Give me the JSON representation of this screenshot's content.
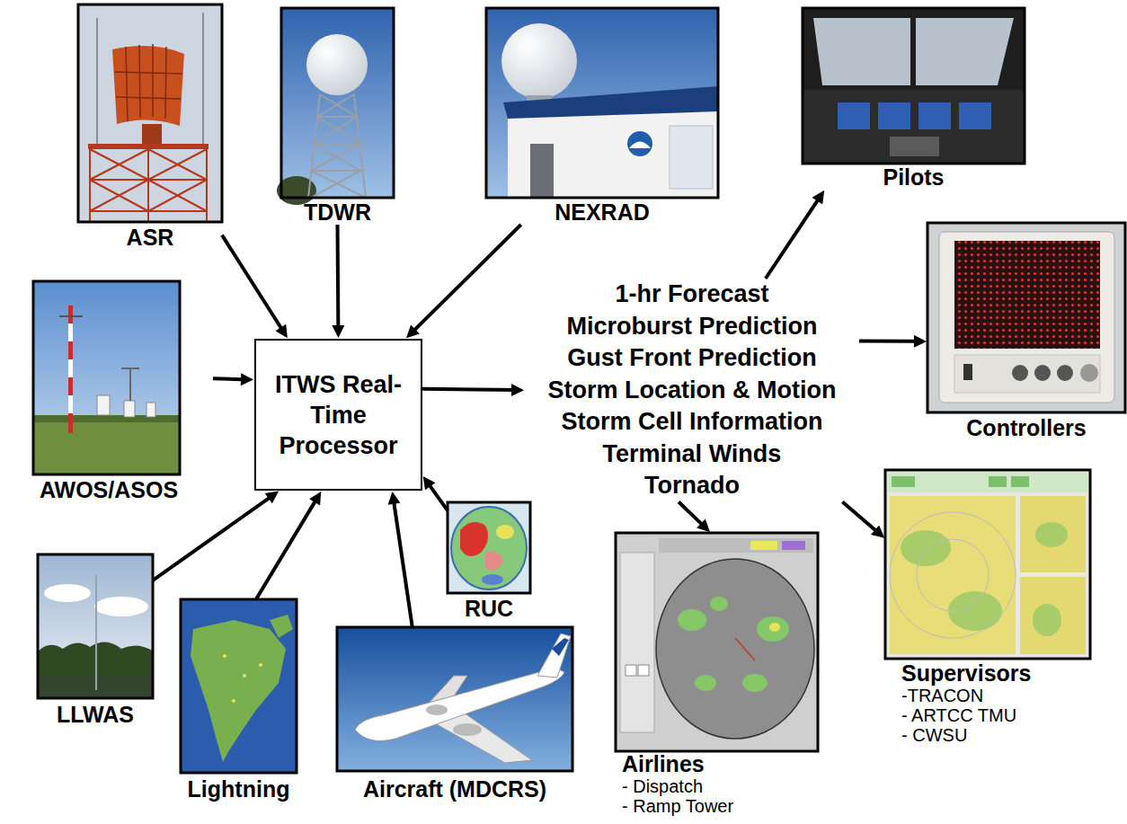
{
  "diagram": {
    "nodes": [
      {
        "text": [
          "ASR"
        ]
      },
      {
        "text": [
          "TDWR"
        ]
      },
      {
        "text": [
          "NEXRAD"
        ]
      },
      {
        "text": [
          "Pilots"
        ]
      },
      {
        "text": [
          "AWOS/ASOS"
        ]
      },
      {
        "text": [
          "ITWS Real-Time Processor"
        ]
      },
      {
        "text": [
          "1-hr Forecast",
          "Microburst Prediction",
          "Gust Front Prediction",
          "Storm Location & Motion",
          "Storm Cell Information",
          "Terminal Winds",
          "Tornado"
        ]
      },
      {
        "text": [
          "Controllers"
        ]
      },
      {
        "text": [
          "RUC"
        ]
      },
      {
        "text": [
          "Airlines",
          "- Dispatch",
          "- Ramp Tower"
        ]
      },
      {
        "text": [
          "Supervisors",
          "-TRACON",
          "- ARTCC TMU",
          "- CWSU"
        ]
      },
      {
        "text": [
          "LLWAS"
        ]
      },
      {
        "text": [
          "Lightning"
        ]
      },
      {
        "text": [
          "Aircraft (MDCRS)"
        ]
      }
    ],
    "edges": [
      {
        "from": 0,
        "to": 5,
        "arrow": "to"
      },
      {
        "from": 1,
        "to": 5,
        "arrow": "to"
      },
      {
        "from": 2,
        "to": 5,
        "arrow": "to"
      },
      {
        "from": 4,
        "to": 5,
        "arrow": "to"
      },
      {
        "from": 11,
        "to": 5,
        "arrow": "to"
      },
      {
        "from": 12,
        "to": 5,
        "arrow": "to"
      },
      {
        "from": 13,
        "to": 5,
        "arrow": "to"
      },
      {
        "from": 8,
        "to": 5,
        "arrow": "to"
      },
      {
        "from": 5,
        "to": 6,
        "arrow": "to"
      },
      {
        "from": 6,
        "to": 3,
        "arrow": "to"
      },
      {
        "from": 6,
        "to": 7,
        "arrow": "to"
      },
      {
        "from": 6,
        "to": 9,
        "arrow": "to"
      },
      {
        "from": 6,
        "to": 10,
        "arrow": "to"
      }
    ]
  }
}
